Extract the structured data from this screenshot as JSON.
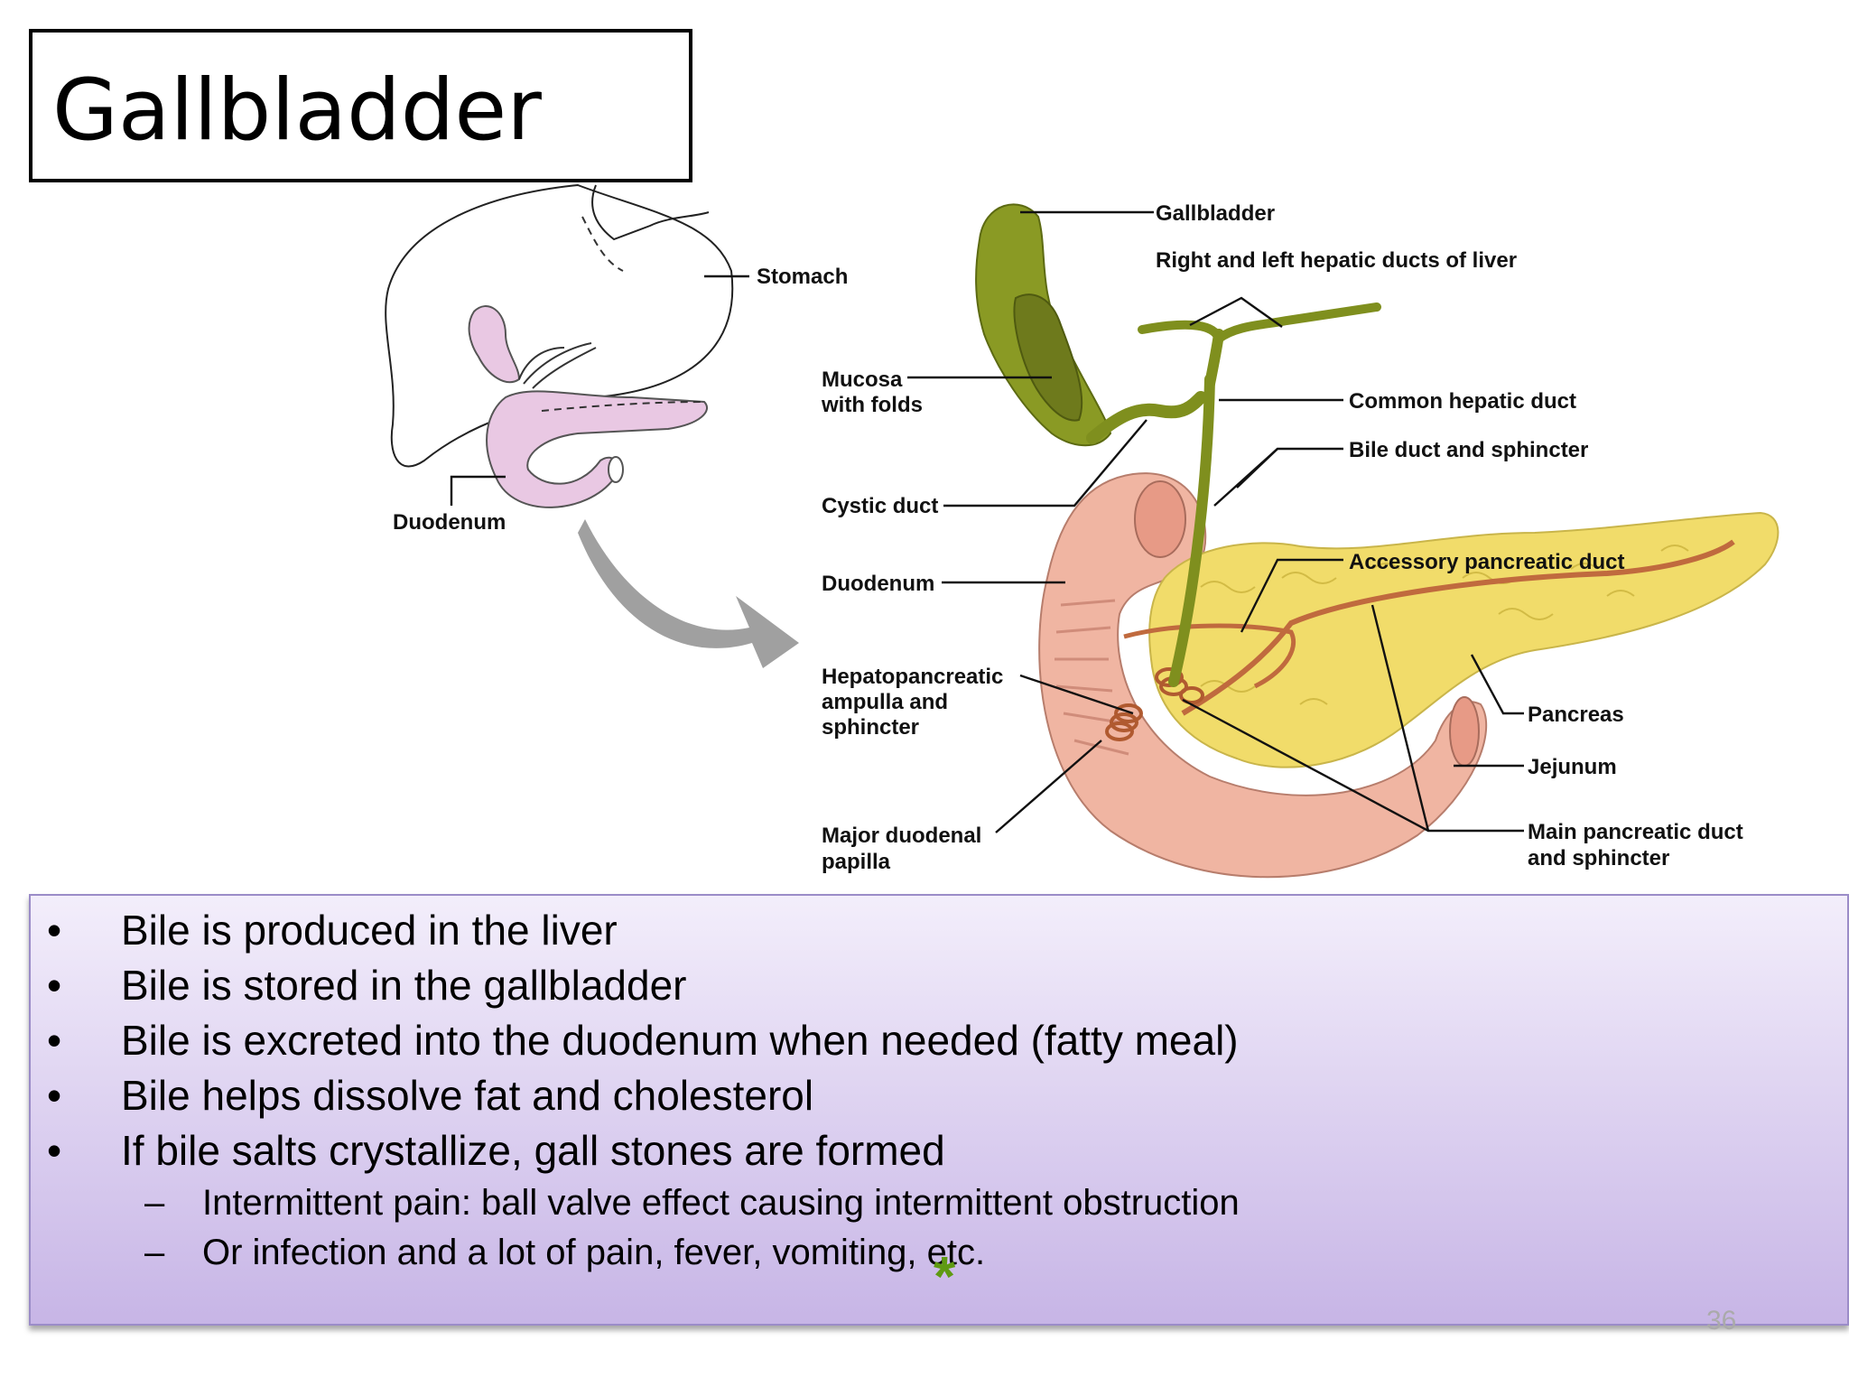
{
  "slide": {
    "title": "Gallbladder",
    "page_number": "36"
  },
  "diagram": {
    "left_labels": {
      "stomach": "Stomach",
      "duodenum": "Duodenum"
    },
    "right_labels": {
      "gallbladder": "Gallbladder",
      "hepatic_ducts": "Right and left hepatic ducts of liver",
      "mucosa_1": "Mucosa",
      "mucosa_2": "with folds",
      "common_hepatic": "Common hepatic duct",
      "bile_duct": "Bile duct and sphincter",
      "cystic_duct": "Cystic duct",
      "accessory_duct": "Accessory pancreatic duct",
      "duodenum": "Duodenum",
      "hepato_1": "Hepatopancreatic",
      "hepato_2": "ampulla and",
      "hepato_3": "sphincter",
      "pancreas": "Pancreas",
      "jejunum": "Jejunum",
      "major_papilla_1": "Major duodenal",
      "major_papilla_2": "papilla",
      "main_duct_1": "Main pancreatic duct",
      "main_duct_2": "and sphincter"
    },
    "colors": {
      "gallbladder": "#7f8f1e",
      "pancreas": "#f1dc6a",
      "duodenum": "#f0b5a2",
      "left_organ": "#e9c8e3",
      "arrow": "#a0a0a0"
    }
  },
  "bullets": [
    {
      "level": 1,
      "marker": "•",
      "text": "Bile is produced in the liver"
    },
    {
      "level": 1,
      "marker": "•",
      "text": "Bile is stored in the gallbladder"
    },
    {
      "level": 1,
      "marker": "•",
      "text": "Bile is excreted into the duodenum when needed (fatty meal)"
    },
    {
      "level": 1,
      "marker": "•",
      "text": "Bile helps dissolve fat and cholesterol"
    },
    {
      "level": 1,
      "marker": "•",
      "text": "If bile salts crystallize, gall stones are formed"
    },
    {
      "level": 2,
      "marker": "–",
      "text": "Intermittent pain: ball valve effect causing intermittent obstruction"
    },
    {
      "level": 2,
      "marker": "–",
      "text": "Or infection and a lot of pain, fever, vomiting, etc."
    }
  ],
  "decor": {
    "star": "*"
  }
}
